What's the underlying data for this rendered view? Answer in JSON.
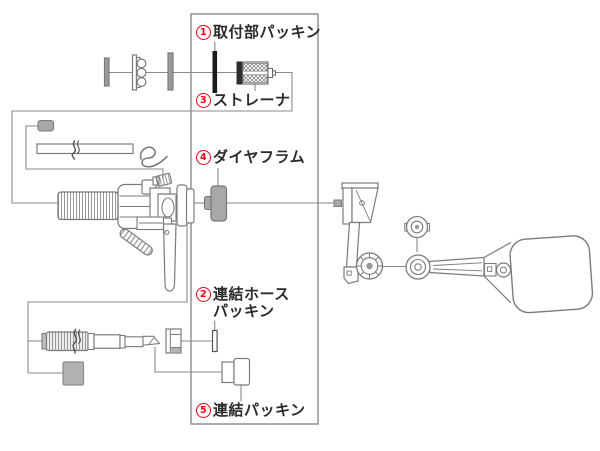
{
  "diagram": {
    "kind": "exploded-parts-diagram",
    "labels": {
      "l1": {
        "num": "1",
        "text": "取付部パッキン"
      },
      "l2": {
        "num": "2",
        "line1": "連結ホース",
        "line2": "パッキン"
      },
      "l3": {
        "num": "3",
        "text": "ストレーナ"
      },
      "l4": {
        "num": "4",
        "text": "ダイヤフラム"
      },
      "l5": {
        "num": "5",
        "text": "連結パッキン"
      }
    },
    "colors": {
      "accent_red": "#e60012",
      "text": "#2b2b2b",
      "line_gray": "#7b7b7b",
      "fill_gray": "#a8a8a8",
      "black_part": "#1c1c1c",
      "background": "#ffffff"
    }
  }
}
